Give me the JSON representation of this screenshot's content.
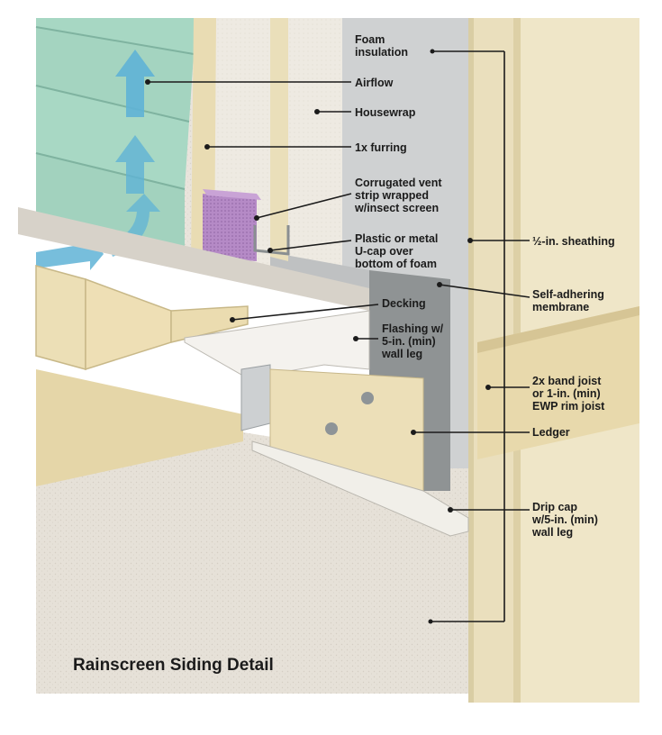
{
  "title": "Rainscreen Siding Detail",
  "labels": {
    "foam_insulation": "Foam\ninsulation",
    "airflow": "Airflow",
    "housewrap": "Housewrap",
    "furring": "1x furring",
    "vent_strip": "Corrugated vent\nstrip wrapped\nw/insect screen",
    "u_cap": "Plastic or metal\nU-cap over\nbottom of foam",
    "sheathing": "½-in. sheathing",
    "membrane": "Self-adhering\nmembrane",
    "decking": "Decking",
    "flashing": "Flashing w/\n5-in. (min)\nwall leg",
    "band_joist": "2x band joist\nor 1-in. (min)\nEWP rim joist",
    "ledger": "Ledger",
    "drip_cap": "Drip cap\nw/5-in. (min)\nwall leg"
  },
  "colors": {
    "siding": "#a8d8c4",
    "airflow_arrow": "#5fb3d6",
    "foam": "#ece8df",
    "housewrap": "#c9cbcc",
    "membrane": "#8e9192",
    "lumber": "#ecdfb6",
    "vent_strip": "#b489c4",
    "stucco": "#e9e4dc",
    "flashing": "#f3f1ec"
  }
}
